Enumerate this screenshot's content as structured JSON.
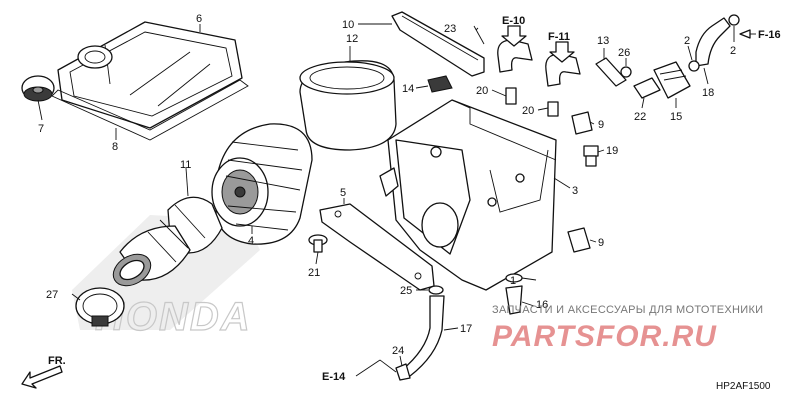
{
  "diagram": {
    "code": "HP2AF1500",
    "watermark_brand": "HONDA",
    "forward_marker": "FR.",
    "section_refs": [
      "E-10",
      "F-11",
      "F-16",
      "E-14"
    ],
    "part_numbers": [
      "1",
      "2",
      "2",
      "3",
      "4",
      "5",
      "6",
      "7",
      "8",
      "9",
      "9",
      "10",
      "11",
      "12",
      "13",
      "14",
      "15",
      "16",
      "17",
      "18",
      "19",
      "20",
      "20",
      "21",
      "22",
      "23",
      "24",
      "25",
      "26",
      "27"
    ]
  },
  "shop": {
    "tagline": "ЗАПЧАСТИ И АКСЕССУАРЫ ДЛЯ МОТОТЕХНИКИ",
    "brand": "PARTSFOR.RU"
  },
  "colors": {
    "line": "#111111",
    "watermark_brand": "#d23a3a",
    "watermark_grey": "#c8c8c8"
  }
}
